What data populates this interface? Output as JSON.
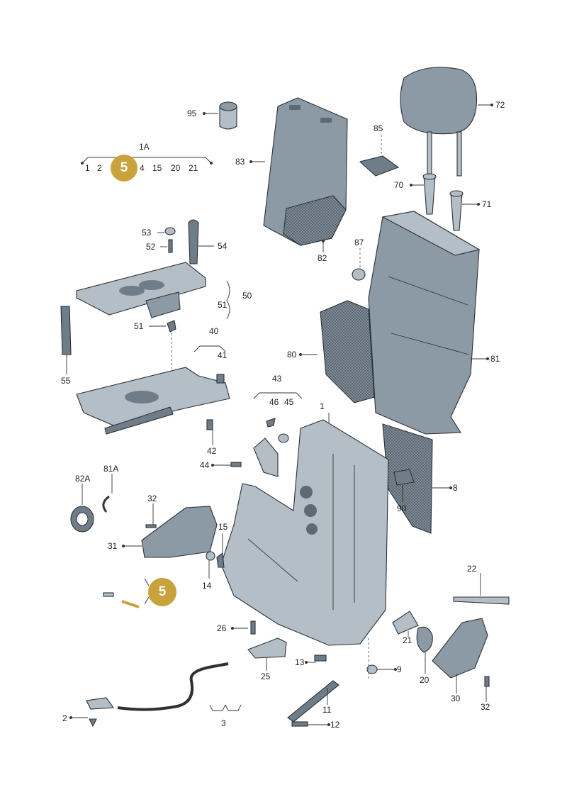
{
  "callouts": {
    "c1": "1",
    "c1A": "1A",
    "c2": "2",
    "c3": "3",
    "c8": "8",
    "c9": "9",
    "c11": "11",
    "c12": "12",
    "c13": "13",
    "c14": "14",
    "c15": "15",
    "c20": "20",
    "c21": "21",
    "c22": "22",
    "c25": "25",
    "c26": "26",
    "c30": "30",
    "c31": "31",
    "c32a": "32",
    "c32b": "32",
    "c40": "40",
    "c41": "41",
    "c42": "42",
    "c43": "43",
    "c44": "44",
    "c45": "45",
    "c46": "46",
    "c50": "50",
    "c51a": "51",
    "c51b": "51",
    "c52": "52",
    "c53": "53",
    "c54": "54",
    "c55": "55",
    "c70": "70",
    "c71": "71",
    "c72": "72",
    "c80": "80",
    "c81": "81",
    "c81A": "81A",
    "c82": "82",
    "c82A": "82A",
    "c83": "83",
    "c85": "85",
    "c87": "87",
    "c90": "90",
    "c95": "95"
  },
  "group_1A": {
    "items": [
      "1",
      "2",
      "4",
      "15",
      "20",
      "21"
    ]
  },
  "badges": {
    "top": "5",
    "bottom": "5"
  },
  "colors": {
    "part": "#8c9aa6",
    "part_light": "#b3bec7",
    "badge": "#c9a23b",
    "lines": "#333333"
  }
}
